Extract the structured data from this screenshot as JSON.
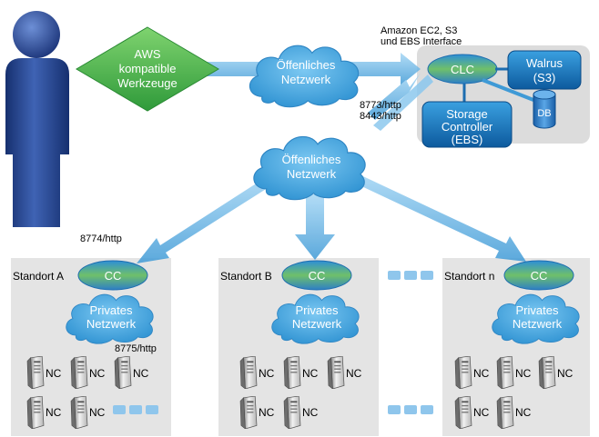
{
  "aws_tools": {
    "line1": "AWS",
    "line2": "kompatible",
    "line3": "Werkzeuge"
  },
  "public_network_top": {
    "line1": "Öffenliches",
    "line2": "Netzwerk"
  },
  "public_network_mid": {
    "line1": "Öffenliches",
    "line2": "Netzwerk"
  },
  "interface_label": {
    "line1": "Amazon EC2, S3",
    "line2": "und EBS Interface"
  },
  "clc": {
    "label": "CLC"
  },
  "walrus": {
    "line1": "Walrus",
    "line2": "(S3)"
  },
  "db": {
    "label": "DB"
  },
  "storage": {
    "line1": "Storage",
    "line2": "Controller",
    "line3": "(EBS)"
  },
  "ports": {
    "clc_1": "8773/http",
    "clc_2": "8443/http",
    "cc": "8774/http",
    "nc": "8775/http"
  },
  "sites": [
    {
      "label": "Standort A",
      "cc": "CC",
      "private_1": "Privates",
      "private_2": "Netzwerk",
      "nc": "NC"
    },
    {
      "label": "Standort B",
      "cc": "CC",
      "private_1": "Privates",
      "private_2": "Netzwerk",
      "nc": "NC"
    },
    {
      "label": "Standort n",
      "cc": "CC",
      "private_1": "Privates",
      "private_2": "Netzwerk",
      "nc": "NC"
    }
  ],
  "colors": {
    "user": "#1f3d8a",
    "cloud": "#3fa6e0",
    "green": "#52b848",
    "controller": "#1a74b8",
    "arrow": "#6cb6e6",
    "panel": "#e6e6e6"
  }
}
